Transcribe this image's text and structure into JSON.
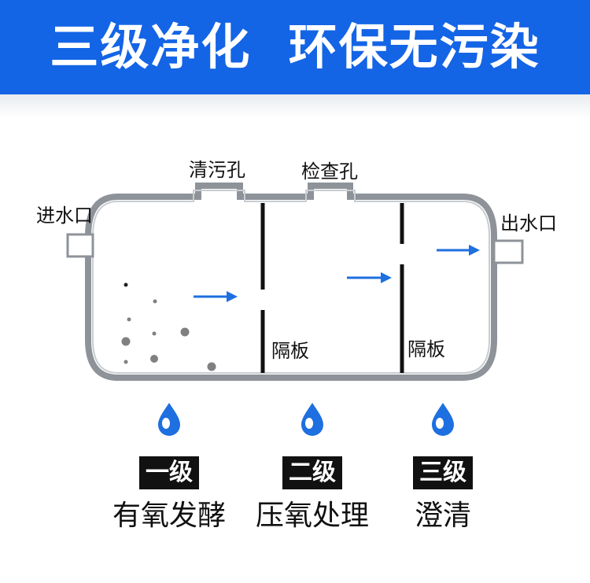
{
  "banner": {
    "title": "三级净化  环保无污染",
    "color": "#1464e6"
  },
  "labels": {
    "inlet": "进水口",
    "outlet": "出水口",
    "cleanout_hole": "清污孔",
    "inspection_hole": "检查孔",
    "partition_1": "隔板",
    "partition_2": "隔板"
  },
  "stages": [
    {
      "badge": "一级",
      "desc": "有氧发酵"
    },
    {
      "badge": "二级",
      "desc": "压氧处理"
    },
    {
      "badge": "三级",
      "desc": "澄清"
    }
  ],
  "colors": {
    "arrow": "#1e6fe0",
    "drop": "#1e6fe0"
  },
  "icons": [
    "arrow-right-icon",
    "water-drop-icon"
  ]
}
